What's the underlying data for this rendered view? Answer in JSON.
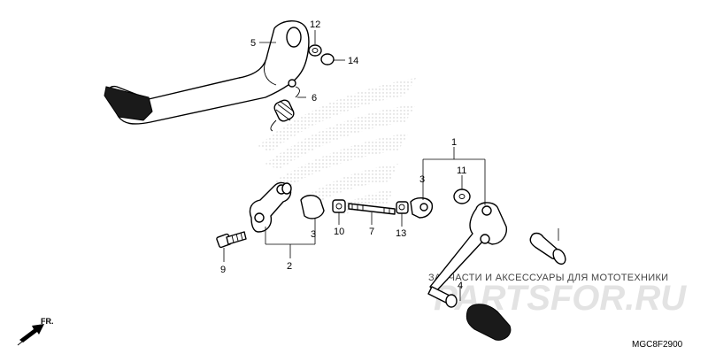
{
  "callouts": {
    "c1": "1",
    "c2": "2",
    "c3a": "3",
    "c3b": "3",
    "c4": "4",
    "c5": "5",
    "c6": "6",
    "c7": "7",
    "c9": "9",
    "c10": "10",
    "c11": "11",
    "c12": "12",
    "c13": "13",
    "c14": "14"
  },
  "watermark": {
    "tagline": "ЗАПЧАСТИ И АКСЕССУАРЫ ДЛЯ МОТОТЕХНИКИ",
    "logo": "PARTSFOR.RU"
  },
  "direction": "FR.",
  "diagram_code": "MGC8F2900",
  "icons": {
    "direction_arrow": "front-arrow-icon",
    "background_logo": "wing-logo-icon"
  }
}
